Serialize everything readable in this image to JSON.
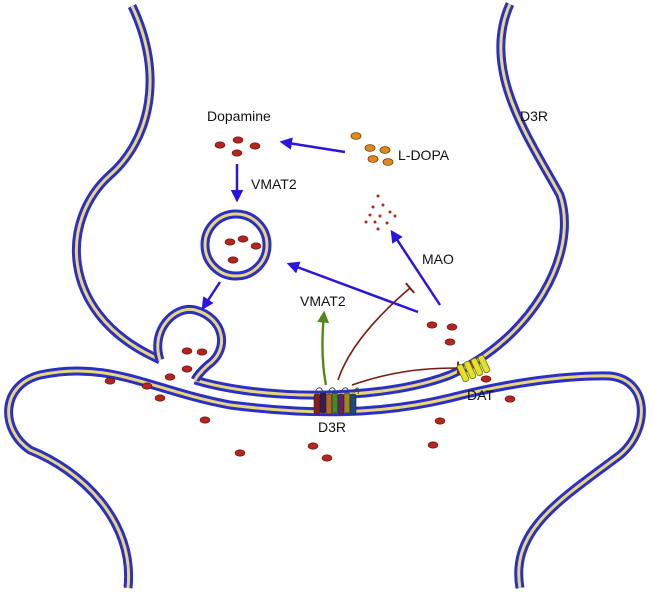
{
  "labels": {
    "dopamine": "Dopamine",
    "ldopa": "L-DOPA",
    "vmat2_top": "VMAT2",
    "vmat2_d3r": "VMAT2",
    "mao": "MAO",
    "dat": "DAT",
    "d3r_receptor": "D3R",
    "d3r_corner": "D3R"
  },
  "colors": {
    "membrane": "#2b2fc4",
    "membrane_core": "#e8d77a",
    "dopamine": "#b3261e",
    "ldopa": "#e08a1e",
    "arrow": "#2a14e0",
    "activation": "#4f8a1b",
    "inhibition": "#7a1a12",
    "transporter": "#e5e02a"
  }
}
